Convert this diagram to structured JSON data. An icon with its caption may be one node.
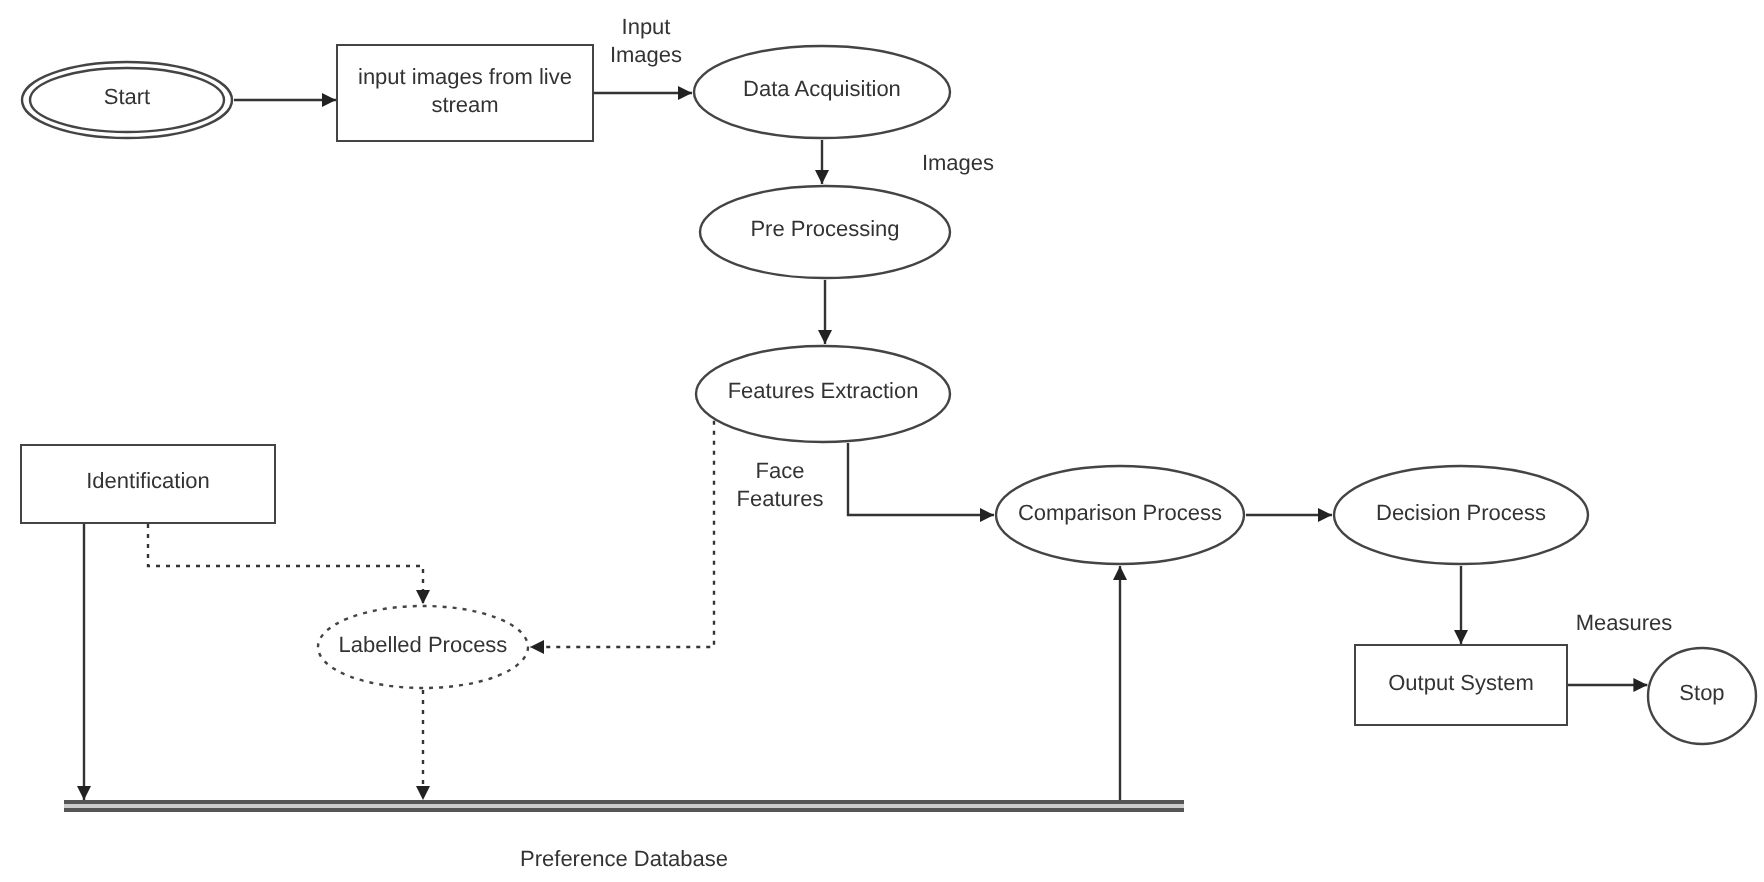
{
  "diagram": {
    "nodes": [
      {
        "text": [
          "Start"
        ]
      },
      {
        "text": [
          "input images from live stream"
        ]
      },
      {
        "text": [
          "Data Acquisition"
        ]
      },
      {
        "text": [
          "Pre Processing"
        ]
      },
      {
        "text": [
          "Features Extraction"
        ]
      },
      {
        "text": [
          "Identification"
        ]
      },
      {
        "text": [
          "Labelled Process"
        ]
      },
      {
        "text": [
          "Comparison Process"
        ]
      },
      {
        "text": [
          "Decision Process"
        ]
      },
      {
        "text": [
          "Output System"
        ]
      },
      {
        "text": [
          "Stop"
        ]
      },
      {
        "text": [
          "Preference Database"
        ]
      }
    ],
    "edges": [
      {
        "from": 0,
        "to": 1,
        "arrow": "to"
      },
      {
        "from": 1,
        "to": 2,
        "arrow": "to",
        "label": "Input Images"
      },
      {
        "from": 2,
        "to": 3,
        "arrow": "to",
        "label": "Images"
      },
      {
        "from": 3,
        "to": 4,
        "arrow": "to"
      },
      {
        "from": 4,
        "to": 7,
        "arrow": "to"
      },
      {
        "from": 4,
        "to": 6,
        "arrow": "to",
        "style": "dashed",
        "label": "Face Features"
      },
      {
        "from": 5,
        "to": 6,
        "arrow": "to",
        "style": "dashed"
      },
      {
        "from": 5,
        "to": 11,
        "arrow": "to"
      },
      {
        "from": 6,
        "to": 11,
        "arrow": "to",
        "style": "dashed"
      },
      {
        "from": 11,
        "to": 7,
        "arrow": "to"
      },
      {
        "from": 7,
        "to": 8,
        "arrow": "to"
      },
      {
        "from": 8,
        "to": 9,
        "arrow": "to"
      },
      {
        "from": 9,
        "to": 10,
        "arrow": "to",
        "label": "Measures"
      }
    ]
  }
}
